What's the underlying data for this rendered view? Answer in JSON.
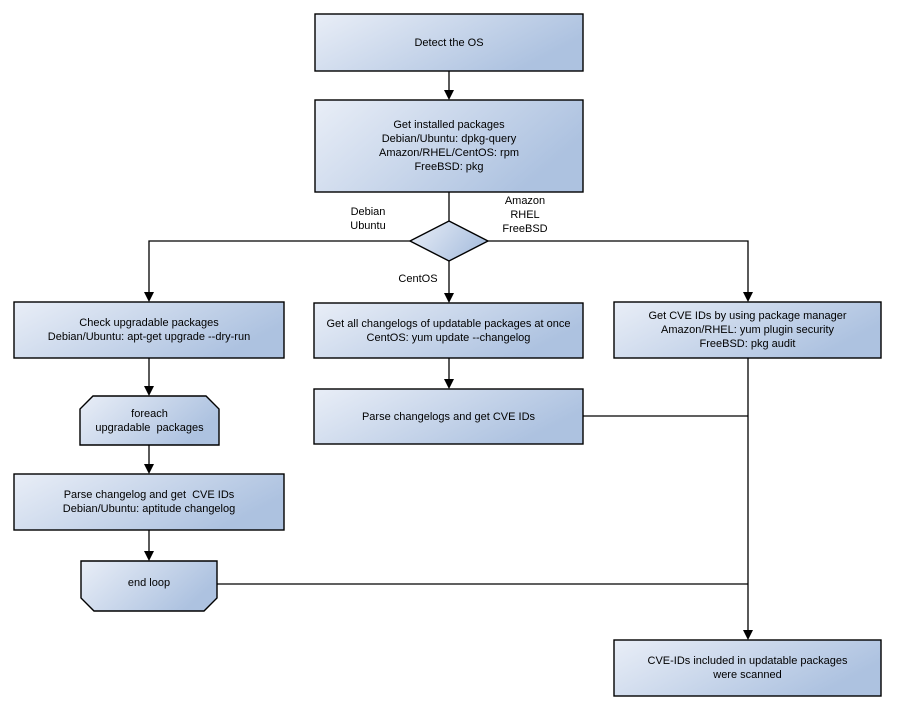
{
  "diagram": {
    "kind": "flowchart",
    "background_color": "#ffffff",
    "colors": {
      "node_fill_light": "#e9eef7",
      "node_fill_dark": "#adc2e0",
      "node_border": "#000000",
      "connector": "#000000",
      "text": "#000000"
    },
    "nodes": {
      "detect_os": {
        "type": "process",
        "text": "Detect the OS"
      },
      "get_installed_packages": {
        "type": "process",
        "text": "Get installed packages\nDebian/Ubuntu: dpkg-query\nAmazon/RHEL/CentOS: rpm\nFreeBSD: pkg"
      },
      "os_decision": {
        "type": "decision",
        "text": ""
      },
      "check_upgradable": {
        "type": "process",
        "text": "Check upgradable packages\nDebian/Ubuntu: apt-get upgrade --dry-run"
      },
      "foreach_loop": {
        "type": "loop-start",
        "text": "foreach\nupgradable  packages"
      },
      "parse_changelog_debian": {
        "type": "process",
        "text": "Parse changelog and get  CVE IDs\nDebian/Ubuntu: aptitude changelog"
      },
      "end_loop": {
        "type": "loop-end",
        "text": "end loop"
      },
      "get_all_changelogs": {
        "type": "process",
        "text": "Get all changelogs of updatable packages at once\nCentOS: yum update --changelog"
      },
      "parse_changelogs_centos": {
        "type": "process",
        "text": "Parse changelogs and get CVE IDs"
      },
      "get_cve_ids_pkg_manager": {
        "type": "process",
        "text": "Get CVE IDs by using package manager\nAmazon/RHEL: yum plugin security\nFreeBSD: pkg audit"
      },
      "scanned_result": {
        "type": "process",
        "text": "CVE-IDs included in updatable packages\nwere scanned"
      }
    },
    "edge_labels": {
      "debian_ubuntu": "Debian\nUbuntu",
      "amazon_rhel_freebsd": "Amazon\nRHEL\nFreeBSD",
      "centos": "CentOS"
    }
  }
}
